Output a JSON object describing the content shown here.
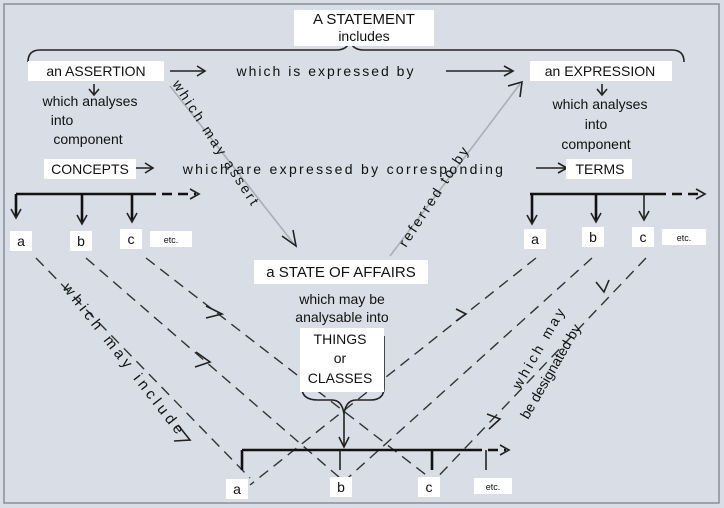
{
  "colors": {
    "background": "#d8dde6",
    "frame": "#8a8f98",
    "label_box": "#ffffff",
    "ink": "#111111"
  },
  "statement": {
    "title": "A STATEMENT",
    "sub": "includes"
  },
  "assertion": "an ASSERTION",
  "expressed_by": "which is expressed by",
  "expression": "an EXPRESSION",
  "analyses_left": [
    "which analyses",
    "into",
    "component"
  ],
  "analyses_right": [
    "which analyses",
    "into",
    "component"
  ],
  "which_may_assert": "which may assert",
  "referred_to_by": "referred to by",
  "concepts": "CONCEPTS",
  "corresponding": "which are expressed by corresponding",
  "terms": "TERMS",
  "left_items": [
    "a",
    "b",
    "c",
    "etc."
  ],
  "right_items": [
    "a",
    "b",
    "c",
    "etc."
  ],
  "state_of_affairs": "a STATE OF AFFAIRS",
  "analysable": [
    "which may be",
    "analysable into"
  ],
  "things": [
    "THINGS",
    "or",
    "CLASSES"
  ],
  "which_may_include": "which may include",
  "designated_by": [
    "which may",
    "be designated by"
  ],
  "bottom_items": [
    "a",
    "b",
    "c",
    "etc."
  ]
}
